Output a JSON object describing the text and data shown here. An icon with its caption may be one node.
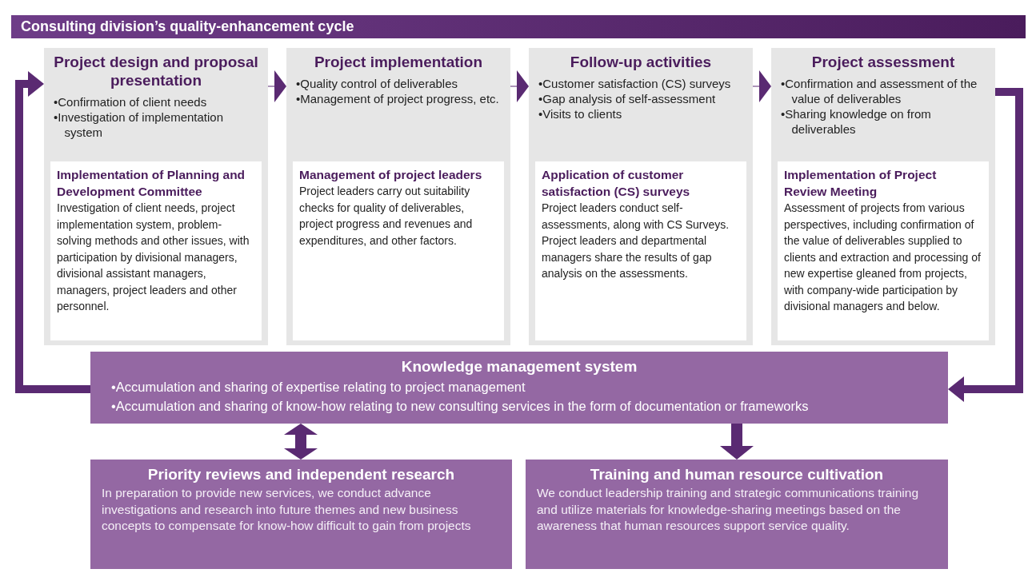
{
  "diagram": {
    "title": "Consulting division’s quality-enhancement cycle",
    "nodes": [
      {
        "text": [
          "Project design and proposal presentation",
          "•Confirmation of client needs",
          "•Investigation of implementation system"
        ]
      },
      {
        "text": [
          "Implementation of Planning and Development Committee",
          "Investigation of client needs, project implementation system, problem-solving methods and other issues, with participation by divisional managers, divisional assistant managers, managers, project leaders and other personnel."
        ],
        "in": 0
      },
      {
        "text": [
          "Project implementation",
          "•Quality control of deliverables",
          "•Management of project progress, etc."
        ]
      },
      {
        "text": [
          "Management of project leaders",
          "Project leaders carry out suitability checks for quality of deliverables, project progress and revenues and expenditures, and other factors."
        ],
        "in": 2
      },
      {
        "text": [
          "Follow-up activities",
          "•Customer satisfaction (CS) surveys",
          "•Gap analysis of self-assessment",
          "•Visits to clients"
        ]
      },
      {
        "text": [
          "Application of customer satisfaction (CS) surveys",
          "Project leaders conduct self-assessments, along with CS Surveys. Project leaders and departmental managers share the results of gap analysis on the assessments."
        ],
        "in": 4
      },
      {
        "text": [
          "Project assessment",
          "•Confirmation and assessment of the value of deliverables",
          "•Sharing knowledge on from deliverables"
        ]
      },
      {
        "text": [
          "Implementation of Project Review Meeting",
          "Assessment of projects from various perspectives, including confirmation of the value of deliverables supplied to clients and extraction and processing of new expertise gleaned from projects, with company-wide participation by divisional managers and below."
        ],
        "in": 6
      },
      {
        "text": [
          "Knowledge management system",
          "•Accumulation and sharing of expertise relating to project management",
          "•Accumulation and sharing of know-how relating to new consulting services in the form of documentation or frameworks"
        ]
      },
      {
        "text": [
          "Priority reviews and independent research",
          "In preparation to provide new services, we conduct advance investigations and research into future themes and new business concepts to compensate for know-how difficult to gain from projects"
        ]
      },
      {
        "text": [
          "Training and human resource cultivation",
          "We conduct leadership training and strategic communications training and utilize materials for knowledge-sharing meetings based on the awareness that human resources support service quality."
        ]
      }
    ],
    "edges": [
      {
        "from": 0,
        "to": 2,
        "arrow": "to"
      },
      {
        "from": 2,
        "to": 4,
        "arrow": "to"
      },
      {
        "from": 4,
        "to": 6,
        "arrow": "to"
      },
      {
        "from": 6,
        "to": 8,
        "arrow": "to"
      },
      {
        "from": 8,
        "to": 0,
        "arrow": "to"
      },
      {
        "from": 8,
        "to": 9,
        "arrow": "both"
      },
      {
        "from": 8,
        "to": 10,
        "arrow": "to"
      }
    ]
  }
}
